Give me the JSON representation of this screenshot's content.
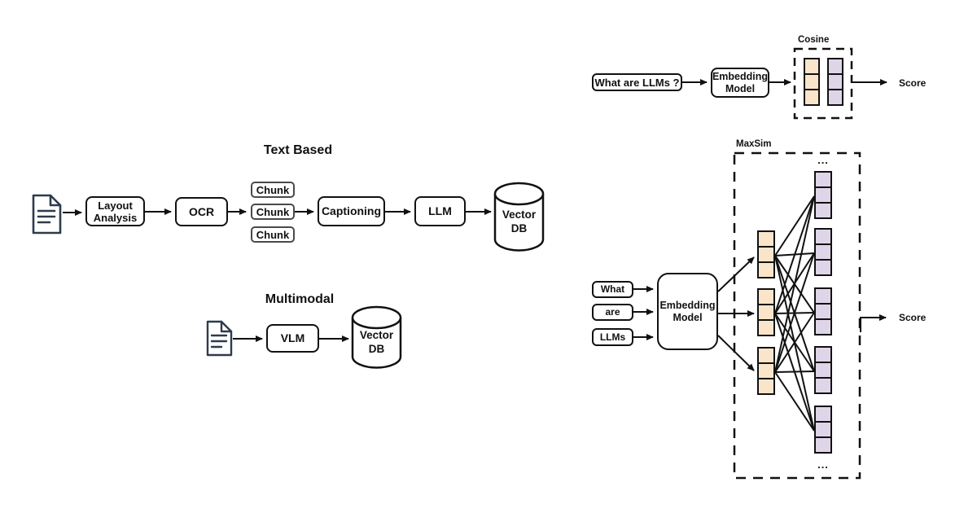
{
  "diagram": {
    "text_based": {
      "title": "Text Based",
      "layout_analysis": "Layout Analysis",
      "ocr": "OCR",
      "chunks": [
        "Chunk",
        "Chunk",
        "Chunk"
      ],
      "captioning": "Captioning",
      "llm": "LLM",
      "vector_db": "Vector DB"
    },
    "multimodal": {
      "title": "Multimodal",
      "vlm": "VLM",
      "vector_db": "Vector DB"
    },
    "cosine": {
      "label": "Cosine",
      "query": "What are LLMs ?",
      "embedding_model": "Embedding Model",
      "score": "Score",
      "query_vector": {
        "cells": 3,
        "fill": "#FAE5CB"
      },
      "doc_vector": {
        "cells": 3,
        "fill": "#DFD5E8"
      }
    },
    "maxsim": {
      "label": "MaxSim",
      "query_tokens": [
        "What",
        "are",
        "LLMs"
      ],
      "embedding_model": "Embedding Model",
      "score": "Score",
      "ellipsis": "...",
      "query_vectors": {
        "count": 3,
        "cells": 3,
        "fill": "#FAE5CB"
      },
      "doc_vectors": {
        "count": 5,
        "cells": 3,
        "fill": "#DFD5E8"
      }
    },
    "colors": {
      "query_vector_fill": "#FAE5CB",
      "doc_vector_fill": "#DFD5E8",
      "stroke": "#111111",
      "document_icon_stroke": "#2E3B4E",
      "background": "#FFFFFF"
    }
  }
}
